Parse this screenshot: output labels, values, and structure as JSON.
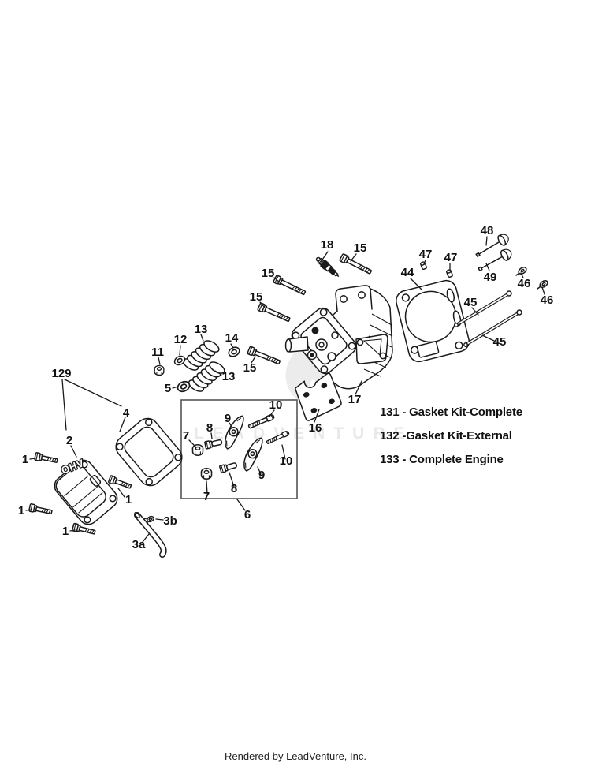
{
  "page": {
    "background": "#ffffff",
    "line_color": "#1a1a1a",
    "watermark_text": "LEADVENTURE",
    "watermark_color": "#e9e9e9",
    "footer_text": "Rendered by LeadVenture, Inc."
  },
  "diagram": {
    "cover_embossed_text": "OHV",
    "kit_labels": [
      "131 - Gasket Kit-Complete",
      "132 -Gasket Kit-External",
      "133 - Complete Engine"
    ],
    "callouts": {
      "c1a": "1",
      "c1b": "1",
      "c1c": "1",
      "c1d": "1",
      "c2": "2",
      "c3a": "3a",
      "c3b": "3b",
      "c4": "4",
      "c5": "5",
      "c6": "6",
      "c7a": "7",
      "c7b": "7",
      "c8a": "8",
      "c8b": "8",
      "c9a": "9",
      "c9b": "9",
      "c10a": "10",
      "c10b": "10",
      "c11": "11",
      "c12": "12",
      "c13a": "13",
      "c13b": "13",
      "c14": "14",
      "c15a": "15",
      "c15b": "15",
      "c15c": "15",
      "c15d": "15",
      "c16": "16",
      "c17": "17",
      "c18": "18",
      "c44": "44",
      "c45a": "45",
      "c45b": "45",
      "c46a": "46",
      "c46b": "46",
      "c47a": "47",
      "c47b": "47",
      "c48": "48",
      "c49": "49",
      "c129": "129"
    }
  }
}
